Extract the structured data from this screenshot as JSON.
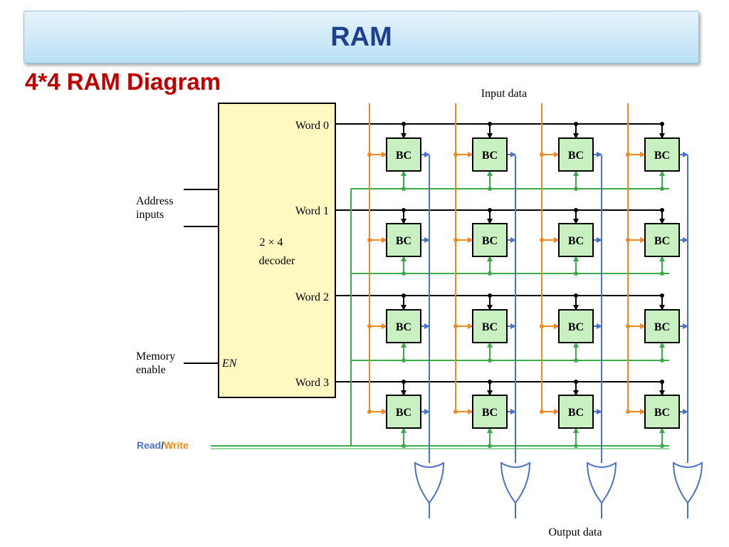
{
  "slide": {
    "title": "RAM",
    "subtitle": "4*4 RAM Diagram"
  },
  "diagram": {
    "input_data_label": "Input data",
    "output_data_label": "Output data",
    "address_label_line1": "Address",
    "address_label_line2": "inputs",
    "memory_enable_line1": "Memory",
    "memory_enable_line2": "enable",
    "decoder_line1": "2 × 4",
    "decoder_line2": "decoder",
    "enable_label": "EN",
    "read_label": "Read",
    "slash": "/",
    "write_label": "Write",
    "cell_label": "BC",
    "words": [
      "Word  0",
      "Word  1",
      "Word  2",
      "Word  3"
    ]
  },
  "colors": {
    "input_lines": "#f08a1c",
    "output_lines": "#4a72c8",
    "read_write_lines": "#3aaa4a",
    "cell_fill": "#c8f0c0",
    "decoder_fill": "#fff8c0"
  }
}
